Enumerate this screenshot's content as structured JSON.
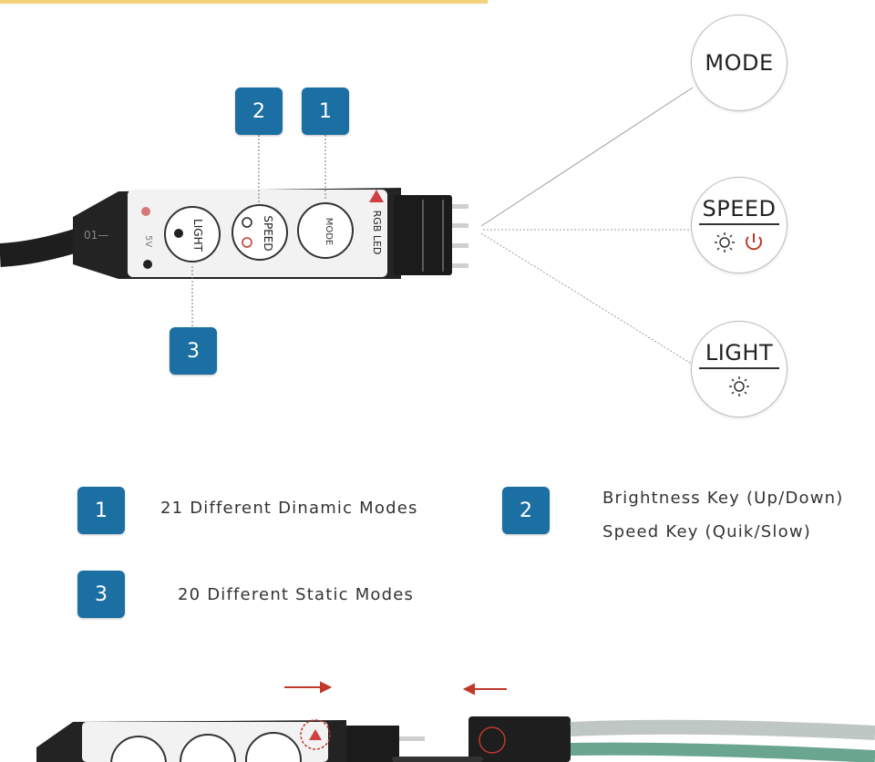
{
  "callouts": {
    "mode": "MODE",
    "speed": "SPEED",
    "light": "LIGHT"
  },
  "controller_labels": {
    "mode": "MODE",
    "speed": "SPEED",
    "light": "LIGHT",
    "rgb_led": "RGB LED"
  },
  "badges": [
    "1",
    "2",
    "3"
  ],
  "legend": {
    "item1": {
      "number": "1",
      "text": "21 Different Dinamic Modes"
    },
    "item2": {
      "number": "2",
      "line1": "Brightness Key (Up/Down)",
      "line2": "Speed Key (Quik/Slow)"
    },
    "item3": {
      "number": "3",
      "text": "20 Different Static Modes"
    }
  },
  "colors": {
    "badge": "#1c6fa3",
    "power_icon": "#c0392b",
    "arrow": "#c0392b",
    "top_bar": "#f3d27a"
  }
}
